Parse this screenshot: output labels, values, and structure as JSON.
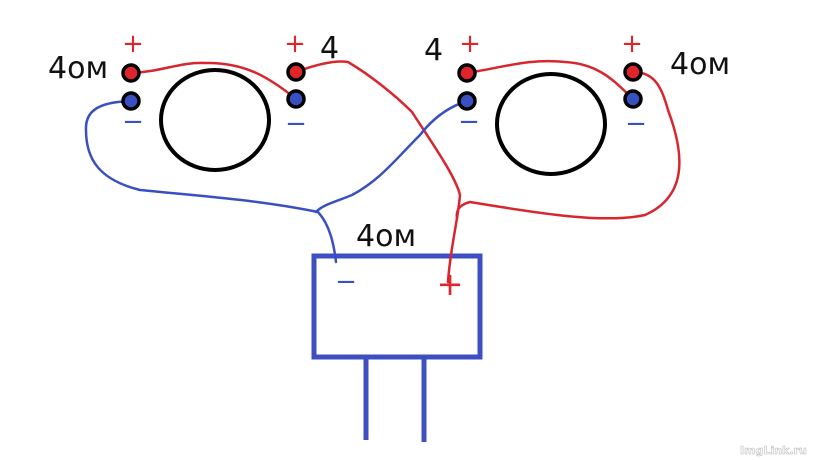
{
  "colors": {
    "positive": "#e0242b",
    "negative": "#3a4fc0",
    "outline": "#000000",
    "amp": "#3e4fc4"
  },
  "labels": {
    "speaker1_left": "4ом",
    "speaker1_right": "4",
    "speaker2_left": "4",
    "speaker2_right": "4ом",
    "total": "4ом",
    "plus": "+",
    "minus": "−"
  },
  "watermark": "ImgLink.ru"
}
